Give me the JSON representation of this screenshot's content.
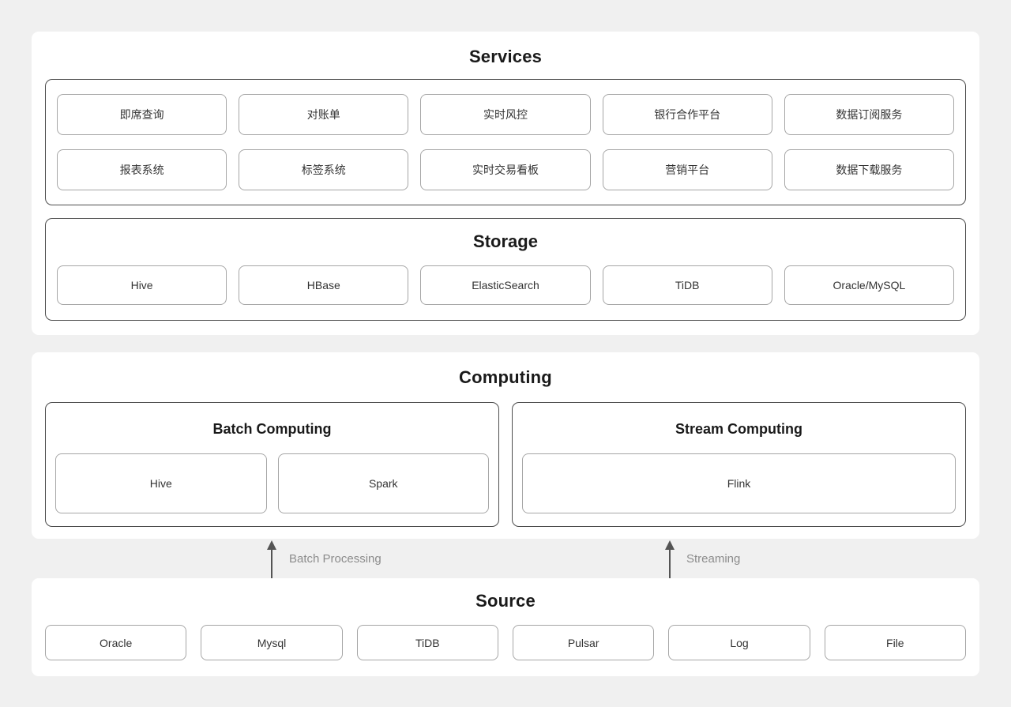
{
  "palette": {
    "page_background": "#f0f0f0",
    "card_background": "#ffffff",
    "panel_border": "#4d4d4d",
    "node_border": "#a6a6a6",
    "title_text": "#1a1a1a",
    "node_text": "#333333",
    "arrow_color": "#545454",
    "flow_label_text": "#8c8c8c"
  },
  "services": {
    "title": "Services",
    "apps": [
      "即席查询",
      "对账单",
      "实时风控",
      "银行合作平台",
      "数据订阅服务",
      "报表系统",
      "标签系统",
      "实时交易看板",
      "营销平台",
      "数据下载服务"
    ],
    "storage": {
      "title": "Storage",
      "items": [
        "Hive",
        "HBase",
        "ElasticSearch",
        "TiDB",
        "Oracle/MySQL"
      ]
    }
  },
  "computing": {
    "title": "Computing",
    "batch": {
      "title": "Batch Computing",
      "items": [
        "Hive",
        "Spark"
      ]
    },
    "stream": {
      "title": "Stream Computing",
      "items": [
        "Flink"
      ]
    }
  },
  "flows": [
    {
      "label": "Batch Processing"
    },
    {
      "label": "Streaming"
    }
  ],
  "source": {
    "title": "Source",
    "items": [
      "Oracle",
      "Mysql",
      "TiDB",
      "Pulsar",
      "Log",
      "File"
    ]
  }
}
